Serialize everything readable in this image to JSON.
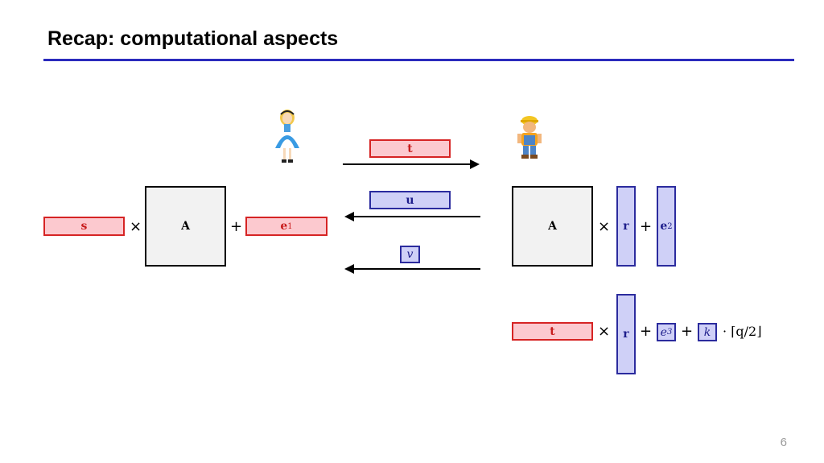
{
  "slide": {
    "title": "Recap: computational aspects",
    "page_number": "6"
  },
  "alice_side": {
    "s": "s",
    "times": "×",
    "A": "A",
    "plus": "+",
    "e1_main": "e",
    "e1_sub": "1"
  },
  "messages": {
    "t": "t",
    "u": "u",
    "v": "v"
  },
  "bob_side": {
    "A": "A",
    "times": "×",
    "r": "r",
    "plus": "+",
    "e2_main": "e",
    "e2_sub": "2"
  },
  "bob_second": {
    "t": "t",
    "times": "×",
    "r": "r",
    "plus1": "+",
    "e3_main": "e",
    "e3_sub": "3",
    "plus2": "+",
    "k": "k",
    "suffix": "· ⌈q/2⌋"
  },
  "icons": {
    "alice": "alice-character-icon",
    "bob": "bob-builder-character-icon"
  },
  "colors": {
    "title_rule": "#2b2bbd",
    "red_fill": "#fcc9cf",
    "red_border": "#d62424",
    "blue_fill": "#cfd0f7",
    "blue_border": "#2b2b9e",
    "matrix_fill": "#f2f2f2"
  }
}
